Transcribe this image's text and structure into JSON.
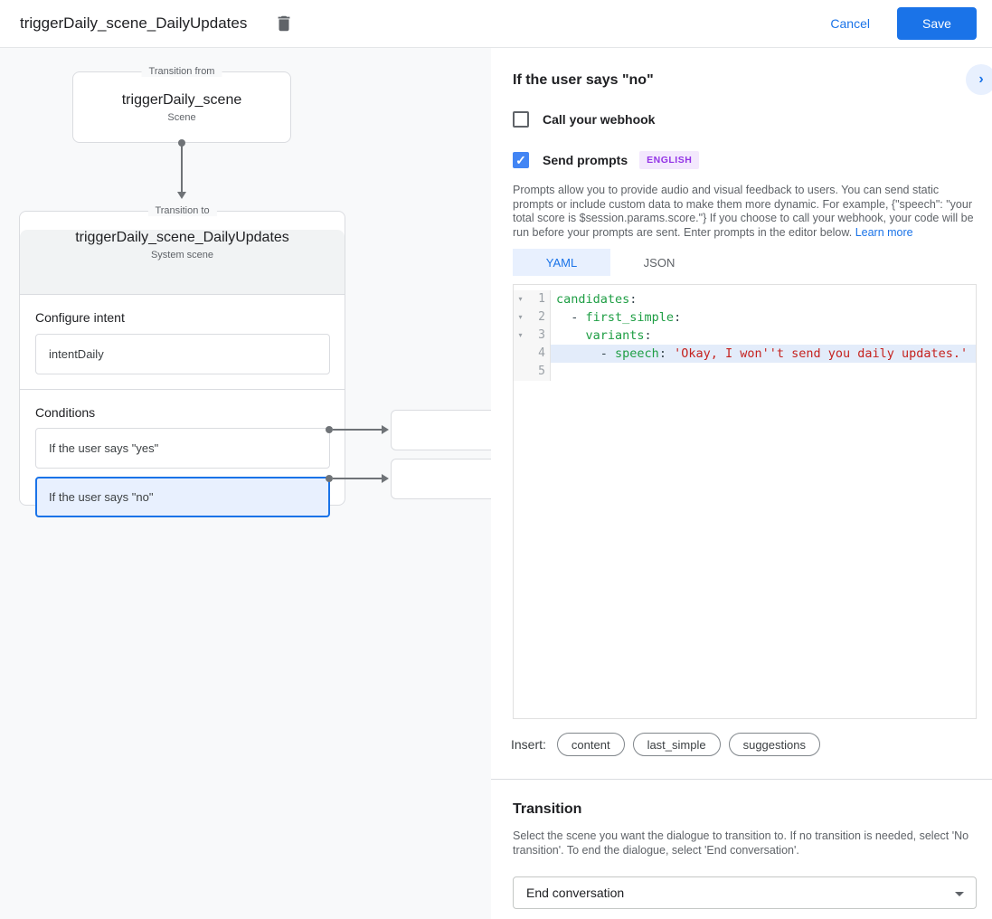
{
  "topbar": {
    "title": "triggerDaily_scene_DailyUpdates",
    "cancel_label": "Cancel",
    "save_label": "Save"
  },
  "canvas": {
    "transition_from": {
      "legend": "Transition from",
      "title": "triggerDaily_scene",
      "subtitle": "Scene"
    },
    "transition_to": {
      "legend": "Transition to",
      "title": "triggerDaily_scene_DailyUpdates",
      "subtitle": "System scene"
    },
    "configure_intent": {
      "label": "Configure intent",
      "value": "intentDaily"
    },
    "conditions": {
      "label": "Conditions",
      "items": [
        {
          "label": "If the user says \"yes\"",
          "selected": false
        },
        {
          "label": "If the user says \"no\"",
          "selected": true
        }
      ]
    }
  },
  "panel": {
    "title": "If the user says \"no\"",
    "collapse_icon": "chevron-right",
    "webhook": {
      "label": "Call your webhook",
      "checked": false
    },
    "prompts": {
      "label": "Send prompts",
      "checked": true,
      "badge": "ENGLISH",
      "check_glyph": "✓"
    },
    "description": "Prompts allow you to provide audio and visual feedback to users. You can send static prompts or include custom data to make them more dynamic. For example, {\"speech\": \"your total score is $session.params.score.\"} If you choose to call your webhook, your code will be run before your prompts are sent. Enter prompts in the editor below.",
    "learn_more": "Learn more",
    "tabs": [
      {
        "label": "YAML",
        "active": true
      },
      {
        "label": "JSON",
        "active": false
      }
    ],
    "editor": {
      "lines": [
        {
          "n": "1",
          "fold": true,
          "highlight": false,
          "segments": [
            {
              "t": "key",
              "v": "candidates"
            },
            {
              "t": "pun",
              "v": ":"
            }
          ]
        },
        {
          "n": "2",
          "fold": true,
          "highlight": false,
          "segments": [
            {
              "t": "pun",
              "v": "  - "
            },
            {
              "t": "key",
              "v": "first_simple"
            },
            {
              "t": "pun",
              "v": ":"
            }
          ]
        },
        {
          "n": "3",
          "fold": true,
          "highlight": false,
          "segments": [
            {
              "t": "pun",
              "v": "    "
            },
            {
              "t": "key",
              "v": "variants"
            },
            {
              "t": "pun",
              "v": ":"
            }
          ]
        },
        {
          "n": "4",
          "fold": false,
          "highlight": true,
          "segments": [
            {
              "t": "pun",
              "v": "      - "
            },
            {
              "t": "key",
              "v": "speech"
            },
            {
              "t": "pun",
              "v": ": "
            },
            {
              "t": "str",
              "v": "'Okay, I won''t send you daily updates.'"
            }
          ]
        },
        {
          "n": "5",
          "fold": false,
          "highlight": false,
          "segments": []
        }
      ]
    },
    "insert": {
      "label": "Insert:",
      "chips": [
        "content",
        "last_simple",
        "suggestions"
      ]
    },
    "transition": {
      "title": "Transition",
      "description": "Select the scene you want the dialogue to transition to. If no transition is needed, select 'No transition'. To end the dialogue, select 'End conversation'.",
      "select_value": "End conversation"
    }
  },
  "colors": {
    "accent_blue": "#1a73e8",
    "checkbox_blue": "#4285f4",
    "selected_row_bg": "#e8f0fe",
    "canvas_bg": "#f8f9fa",
    "badge_bg": "#f3e8fd",
    "badge_text": "#9334e6",
    "code_key": "#1e9e44",
    "code_string": "#c5221f",
    "line_highlight": "#e3ecfa"
  }
}
